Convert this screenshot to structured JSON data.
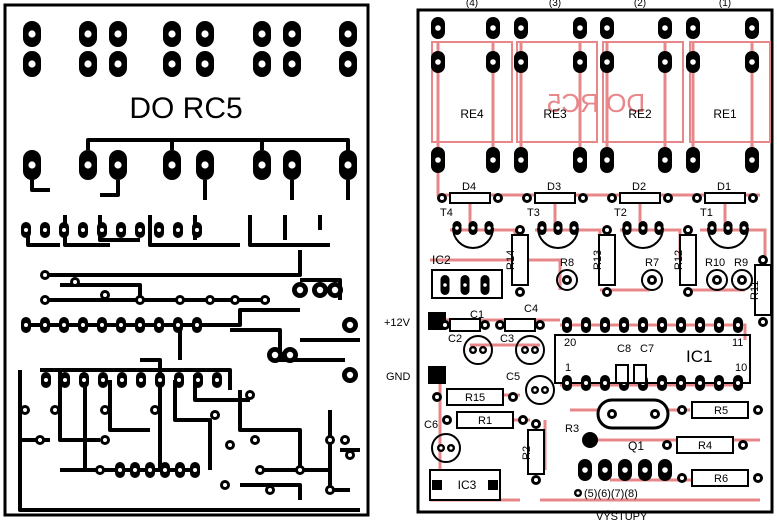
{
  "pcb_copper": {
    "title": "DO RC5"
  },
  "component_side": {
    "mirrored_text": "DO RC5",
    "relays": [
      {
        "label": "RE4",
        "output": "(4)"
      },
      {
        "label": "RE3",
        "output": "(3)"
      },
      {
        "label": "RE2",
        "output": "(2)"
      },
      {
        "label": "RE1",
        "output": "(1)"
      }
    ],
    "diodes": [
      "D4",
      "D3",
      "D2",
      "D1"
    ],
    "transistors": [
      "T4",
      "T3",
      "T2",
      "T1",
      "Q1"
    ],
    "resistors": [
      "R14",
      "R13",
      "R12",
      "R11",
      "R8",
      "R7",
      "R10",
      "R9",
      "R15",
      "R1",
      "R2",
      "R3",
      "R5",
      "R4",
      "R6"
    ],
    "capacitors": [
      "C1",
      "C2",
      "C3",
      "C4",
      "C5",
      "C6",
      "C7",
      "C8"
    ],
    "ics": [
      "IC1",
      "IC2",
      "IC3"
    ],
    "power_labels": {
      "plus": "+12V",
      "gnd": "GND"
    },
    "pin_numbers": [
      "20",
      "11",
      "1",
      "10"
    ],
    "outputs": "(5)(6)(7)(8)",
    "outputs_caption": "VÝSTUPY"
  },
  "colors": {
    "copper": "#000000",
    "silkscreen": "#e8878a",
    "background": "#ffffff"
  }
}
